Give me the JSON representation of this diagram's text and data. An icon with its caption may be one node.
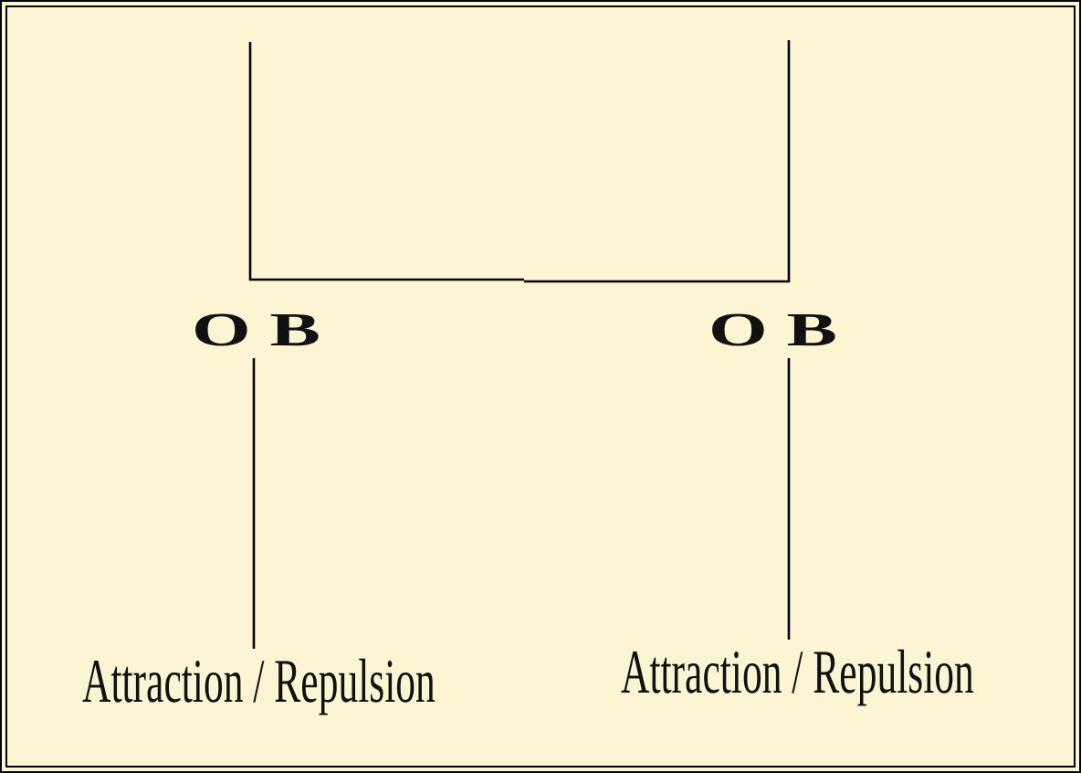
{
  "diagram": {
    "nodes": [
      {
        "text": [
          "O B"
        ]
      },
      {
        "text": [
          "O B"
        ]
      },
      {
        "text": [
          "Attraction / Repulsion"
        ]
      },
      {
        "text": [
          "Attraction / Repulsion"
        ]
      }
    ],
    "edges": [
      {
        "from": 0,
        "to": 2,
        "arrow": "none"
      },
      {
        "from": 1,
        "to": 3,
        "arrow": "none"
      }
    ]
  }
}
